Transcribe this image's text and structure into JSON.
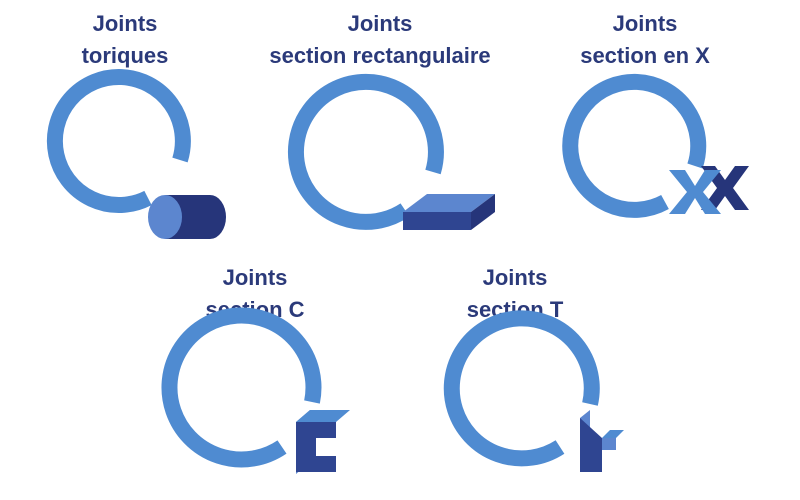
{
  "colors": {
    "ring": "#4f8bd1",
    "ring_dark": "#3d6fb3",
    "section_dark": "#26357a",
    "section_mid": "#2f4591",
    "section_light": "#5c86cf",
    "title": "#2b3a7a"
  },
  "items": [
    {
      "id": "toriques",
      "line1": "Joints",
      "line2": "toriques"
    },
    {
      "id": "rectangulaire",
      "line1": "Joints",
      "line2": "section rectangulaire"
    },
    {
      "id": "x",
      "line1": "Joints",
      "line2": "section en X"
    },
    {
      "id": "c",
      "line1": "Joints",
      "line2": "section C"
    },
    {
      "id": "t",
      "line1": "Joints",
      "line2": "section T"
    }
  ]
}
